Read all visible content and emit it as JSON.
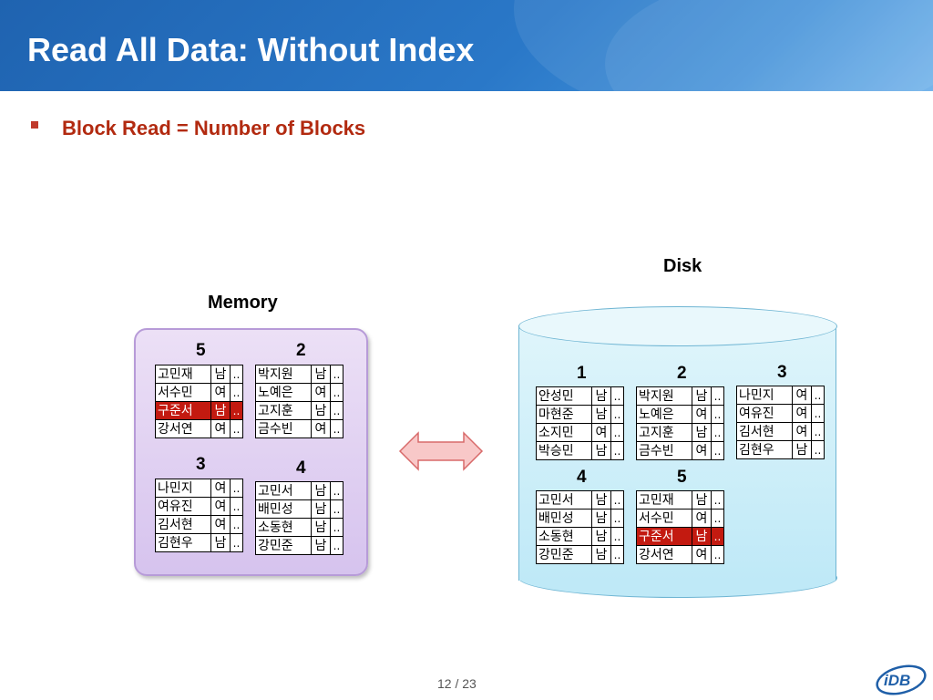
{
  "slide": {
    "title": "Read All Data: Without Index",
    "bullet": "Block Read = Number of Blocks",
    "page": "12 / 23",
    "logo_text": "iDB"
  },
  "memory": {
    "label": "Memory",
    "blocks": [
      {
        "number": "5",
        "rows": [
          [
            "고민재",
            "남",
            ".."
          ],
          [
            "서수민",
            "여",
            ".."
          ],
          [
            "구준서",
            "남",
            ".."
          ],
          [
            "강서연",
            "여",
            ".."
          ]
        ],
        "highlight_row": 2
      },
      {
        "number": "2",
        "rows": [
          [
            "박지원",
            "남",
            ".."
          ],
          [
            "노예은",
            "여",
            ".."
          ],
          [
            "고지훈",
            "남",
            ".."
          ],
          [
            "금수빈",
            "여",
            ".."
          ]
        ]
      },
      {
        "number": "3",
        "rows": [
          [
            "나민지",
            "여",
            ".."
          ],
          [
            "여유진",
            "여",
            ".."
          ],
          [
            "김서현",
            "여",
            ".."
          ],
          [
            "김현우",
            "남",
            ".."
          ]
        ]
      },
      {
        "number": "4",
        "rows": [
          [
            "고민서",
            "남",
            ".."
          ],
          [
            "배민성",
            "남",
            ".."
          ],
          [
            "소동현",
            "남",
            ".."
          ],
          [
            "강민준",
            "남",
            ".."
          ]
        ]
      }
    ]
  },
  "disk": {
    "label": "Disk",
    "blocks": [
      {
        "number": "1",
        "rows": [
          [
            "안성민",
            "남",
            ".."
          ],
          [
            "마현준",
            "남",
            ".."
          ],
          [
            "소지민",
            "여",
            ".."
          ],
          [
            "박승민",
            "남",
            ".."
          ]
        ]
      },
      {
        "number": "2",
        "rows": [
          [
            "박지원",
            "남",
            ".."
          ],
          [
            "노예은",
            "여",
            ".."
          ],
          [
            "고지훈",
            "남",
            ".."
          ],
          [
            "금수빈",
            "여",
            ".."
          ]
        ]
      },
      {
        "number": "3",
        "rows": [
          [
            "나민지",
            "여",
            ".."
          ],
          [
            "여유진",
            "여",
            ".."
          ],
          [
            "김서현",
            "여",
            ".."
          ],
          [
            "김현우",
            "남",
            ".."
          ]
        ]
      },
      {
        "number": "4",
        "rows": [
          [
            "고민서",
            "남",
            ".."
          ],
          [
            "배민성",
            "남",
            ".."
          ],
          [
            "소동현",
            "남",
            ".."
          ],
          [
            "강민준",
            "남",
            ".."
          ]
        ]
      },
      {
        "number": "5",
        "rows": [
          [
            "고민재",
            "남",
            ".."
          ],
          [
            "서수민",
            "여",
            ".."
          ],
          [
            "구준서",
            "남",
            ".."
          ],
          [
            "강서연",
            "여",
            ".."
          ]
        ],
        "highlight_row": 2
      }
    ]
  },
  "colors": {
    "highlight": "#c31a10",
    "header_blue": "#2a78c8",
    "bullet_text": "#b22a10",
    "memory_panel": "#d6c3ee",
    "disk_fill": "#bfe9f7",
    "arrow_fill": "#f8c8c8"
  },
  "icons": {
    "bullet": "square-bullet-icon",
    "arrow": "double-arrow-icon",
    "logo": "idb-logo-icon"
  }
}
